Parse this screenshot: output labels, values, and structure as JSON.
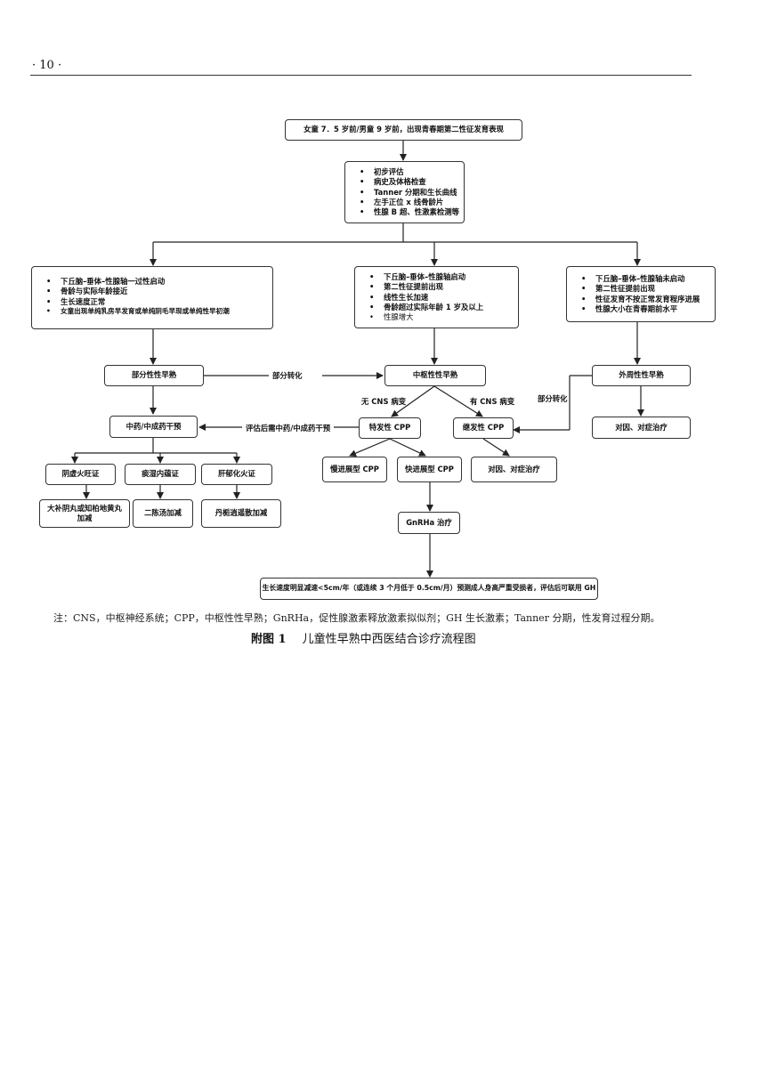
{
  "header": {
    "page_number": "· 10 ·"
  },
  "diagram": {
    "top_box": "女童 7．5 岁前/男童 9 岁前，出现青春期第二性征发育表现",
    "initial_eval": [
      "初步评估",
      "病史及体格检查",
      "Tanner 分期和生长曲线",
      "左手正位 x 线骨龄片",
      "性腺 B 超、性激素检测等"
    ],
    "left_criteria": [
      "下丘脑–垂体–性腺轴一过性启动",
      "骨龄与实际年龄接近",
      "生长速度正常",
      "女童出现单纯乳房早发育或单纯阴毛早现或单纯性早初潮"
    ],
    "middle_criteria": [
      "下丘脑–垂体–性腺轴启动",
      "第二性征提前出现",
      "线性生长加速",
      "骨龄超过实际年龄 1 岁及以上",
      "性腺增大"
    ],
    "right_criteria": [
      "下丘脑–垂体–性腺轴未启动",
      "第二性征提前出现",
      "性征发育不按正常发育程序进展",
      "性腺大小在青春期前水平"
    ],
    "partial": "部分性性早熟",
    "central": "中枢性性早熟",
    "peripheral": "外周性性早熟",
    "partial_transform_1": "部分转化",
    "partial_transform_2": "部分转化",
    "tcm_intervention": "中药/中成药干预",
    "eval_then_tcm": "评估后需中药/中成药干预",
    "no_cns": "无 CNS 病变",
    "has_cns": "有 CNS 病变",
    "idiopathic_cpp": "特发性 CPP",
    "secondary_cpp": "继发性 CPP",
    "peripheral_treatment": "对因、对症治疗",
    "slow_cpp": "慢进展型 CPP",
    "fast_cpp": "快进展型 CPP",
    "secondary_treatment": "对因、对症治疗",
    "syndrome_1": "阴虚火旺证",
    "syndrome_2": "痰湿内蕴证",
    "syndrome_3": "肝郁化火证",
    "rx_1": "大补阴丸或知柏地黄丸加减",
    "rx_2": "二陈汤加减",
    "rx_3": "丹栀逍遥散加减",
    "gnrha": "GnRHa 治疗",
    "bottom_box": "生长速度明显减速<5cm/年（或连续 3 个月低于 0.5cm/月）预测成人身高严重受损者，评估后可联用 GH"
  },
  "note": "注：CNS，中枢神经系统；CPP，中枢性性早熟；GnRHa，促性腺激素释放激素拟似剂；GH 生长激素；Tanner 分期，性发育过程分期。",
  "caption": {
    "label": "附图 1",
    "title": "儿童性早熟中西医结合诊疗流程图"
  }
}
